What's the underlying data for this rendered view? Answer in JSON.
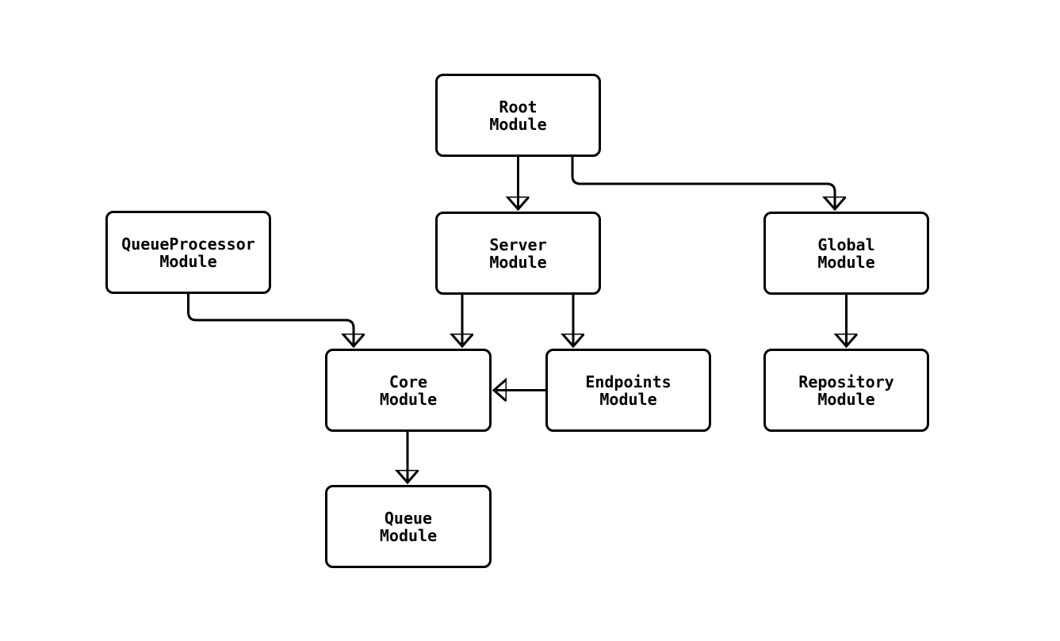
{
  "diagram": {
    "background": "#ffffff",
    "node_border_color": "#000000",
    "node_fill_color": "#ffffff",
    "edge_color": "#000000",
    "text_color": "#000000",
    "nodes": {
      "root": {
        "line1": "Root",
        "line2": "Module"
      },
      "queueprocessor": {
        "line1": "QueueProcessor",
        "line2": "Module"
      },
      "server": {
        "line1": "Server",
        "line2": "Module"
      },
      "global": {
        "line1": "Global",
        "line2": "Module"
      },
      "core": {
        "line1": "Core",
        "line2": "Module"
      },
      "endpoints": {
        "line1": "Endpoints",
        "line2": "Module"
      },
      "repository": {
        "line1": "Repository",
        "line2": "Module"
      },
      "queue": {
        "line1": "Queue",
        "line2": "Module"
      }
    },
    "edges": [
      {
        "from": "Root Module",
        "to": "Server Module"
      },
      {
        "from": "Root Module",
        "to": "Global Module"
      },
      {
        "from": "QueueProcessor Module",
        "to": "Core Module"
      },
      {
        "from": "Server Module",
        "to": "Core Module"
      },
      {
        "from": "Server Module",
        "to": "Endpoints Module"
      },
      {
        "from": "Endpoints Module",
        "to": "Core Module"
      },
      {
        "from": "Global Module",
        "to": "Repository Module"
      },
      {
        "from": "Core Module",
        "to": "Queue Module"
      }
    ]
  }
}
